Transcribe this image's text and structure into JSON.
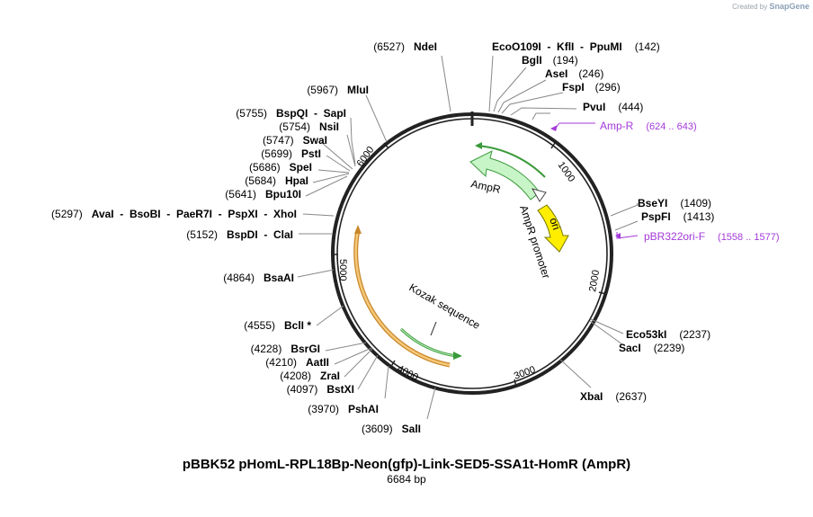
{
  "watermark": {
    "prefix": "Created by",
    "brand": "SnapGene"
  },
  "plasmid": {
    "name": "pBBK52 pHomL-RPL18Bp-Neon(gfp)-Link-SED5-SSA1t-HomR (AmpR)",
    "length_label": "6684 bp",
    "length_bp": 6684
  },
  "ticks": [
    "1000",
    "2000",
    "3000",
    "4000",
    "5000",
    "6000"
  ],
  "enzymes": [
    {
      "id": "ndei",
      "name": "NdeI",
      "pos_label": "(6527)",
      "bp": 6527
    },
    {
      "id": "eco-kfl-ppu",
      "name": "EcoO109I  -  KflI  -  PpuMI",
      "pos_label": "(142)",
      "bp": 142
    },
    {
      "id": "bgli",
      "name": "BglI",
      "pos_label": "(194)",
      "bp": 194
    },
    {
      "id": "asei",
      "name": "AseI",
      "pos_label": "(246)",
      "bp": 246
    },
    {
      "id": "fspi",
      "name": "FspI",
      "pos_label": "(296)",
      "bp": 296
    },
    {
      "id": "pvui",
      "name": "PvuI",
      "pos_label": "(444)",
      "bp": 444
    },
    {
      "id": "mlui",
      "name": "MluI",
      "pos_label": "(5967)",
      "bp": 5967
    },
    {
      "id": "bspqi-sapi",
      "name": "BspQI  -  SapI",
      "pos_label": "(5755)",
      "bp": 5755
    },
    {
      "id": "nsii",
      "name": "NsiI",
      "pos_label": "(5754)",
      "bp": 5754
    },
    {
      "id": "swai",
      "name": "SwaI",
      "pos_label": "(5747)",
      "bp": 5747
    },
    {
      "id": "psti",
      "name": "PstI",
      "pos_label": "(5699)",
      "bp": 5699
    },
    {
      "id": "spei",
      "name": "SpeI",
      "pos_label": "(5686)",
      "bp": 5686
    },
    {
      "id": "hpai",
      "name": "HpaI",
      "pos_label": "(5684)",
      "bp": 5684
    },
    {
      "id": "bpu10i",
      "name": "Bpu10I",
      "pos_label": "(5641)",
      "bp": 5641
    },
    {
      "id": "avai-group",
      "name": "AvaI  -  BsoBI  -  PaeR7I  -  PspXI  -  XhoI",
      "pos_label": "(5297)",
      "bp": 5297
    },
    {
      "id": "bspdi-clai",
      "name": "BspDI  -  ClaI",
      "pos_label": "(5152)",
      "bp": 5152
    },
    {
      "id": "bsaai",
      "name": "BsaAI",
      "pos_label": "(4864)",
      "bp": 4864
    },
    {
      "id": "bcli",
      "name": "BclI *",
      "pos_label": "(4555)",
      "bp": 4555
    },
    {
      "id": "bsrgi",
      "name": "BsrGI",
      "pos_label": "(4228)",
      "bp": 4228
    },
    {
      "id": "aatii",
      "name": "AatII",
      "pos_label": "(4210)",
      "bp": 4210
    },
    {
      "id": "zrai",
      "name": "ZraI",
      "pos_label": "(4208)",
      "bp": 4208
    },
    {
      "id": "bstxi",
      "name": "BstXI",
      "pos_label": "(4097)",
      "bp": 4097
    },
    {
      "id": "pshai",
      "name": "PshAI",
      "pos_label": "(3970)",
      "bp": 3970
    },
    {
      "id": "sali",
      "name": "SalI",
      "pos_label": "(3609)",
      "bp": 3609
    },
    {
      "id": "bseyi",
      "name": "BseYI",
      "pos_label": "(1409)",
      "bp": 1409
    },
    {
      "id": "pspfi",
      "name": "PspFI",
      "pos_label": "(1413)",
      "bp": 1413
    },
    {
      "id": "eco53ki",
      "name": "Eco53kI",
      "pos_label": "(2237)",
      "bp": 2237
    },
    {
      "id": "saci",
      "name": "SacI",
      "pos_label": "(2239)",
      "bp": 2239
    },
    {
      "id": "xbai",
      "name": "XbaI",
      "pos_label": "(2637)",
      "bp": 2637
    }
  ],
  "primers": [
    {
      "id": "amp-r",
      "name": "Amp-R",
      "range_label": "(624 .. 643)"
    },
    {
      "id": "pbr322ori-f",
      "name": "pBR322ori-F",
      "range_label": "(1558 .. 1577)"
    }
  ],
  "features": [
    {
      "id": "ampr",
      "name": "AmpR"
    },
    {
      "id": "ampr-promoter",
      "name": "AmpR promoter"
    },
    {
      "id": "ori",
      "name": "ori"
    },
    {
      "id": "kozak",
      "name": "Kozak sequence"
    }
  ],
  "colors": {
    "backbone": "#222222",
    "primer": "#a33ad9",
    "ampr_fill": "#c8f5c8",
    "ampr_stroke": "#3a9a3a",
    "ori_fill": "#ffee00",
    "orf_fill": "#f5c878",
    "orf_stroke": "#c8872b",
    "cds_green": "#3a9a3a"
  }
}
